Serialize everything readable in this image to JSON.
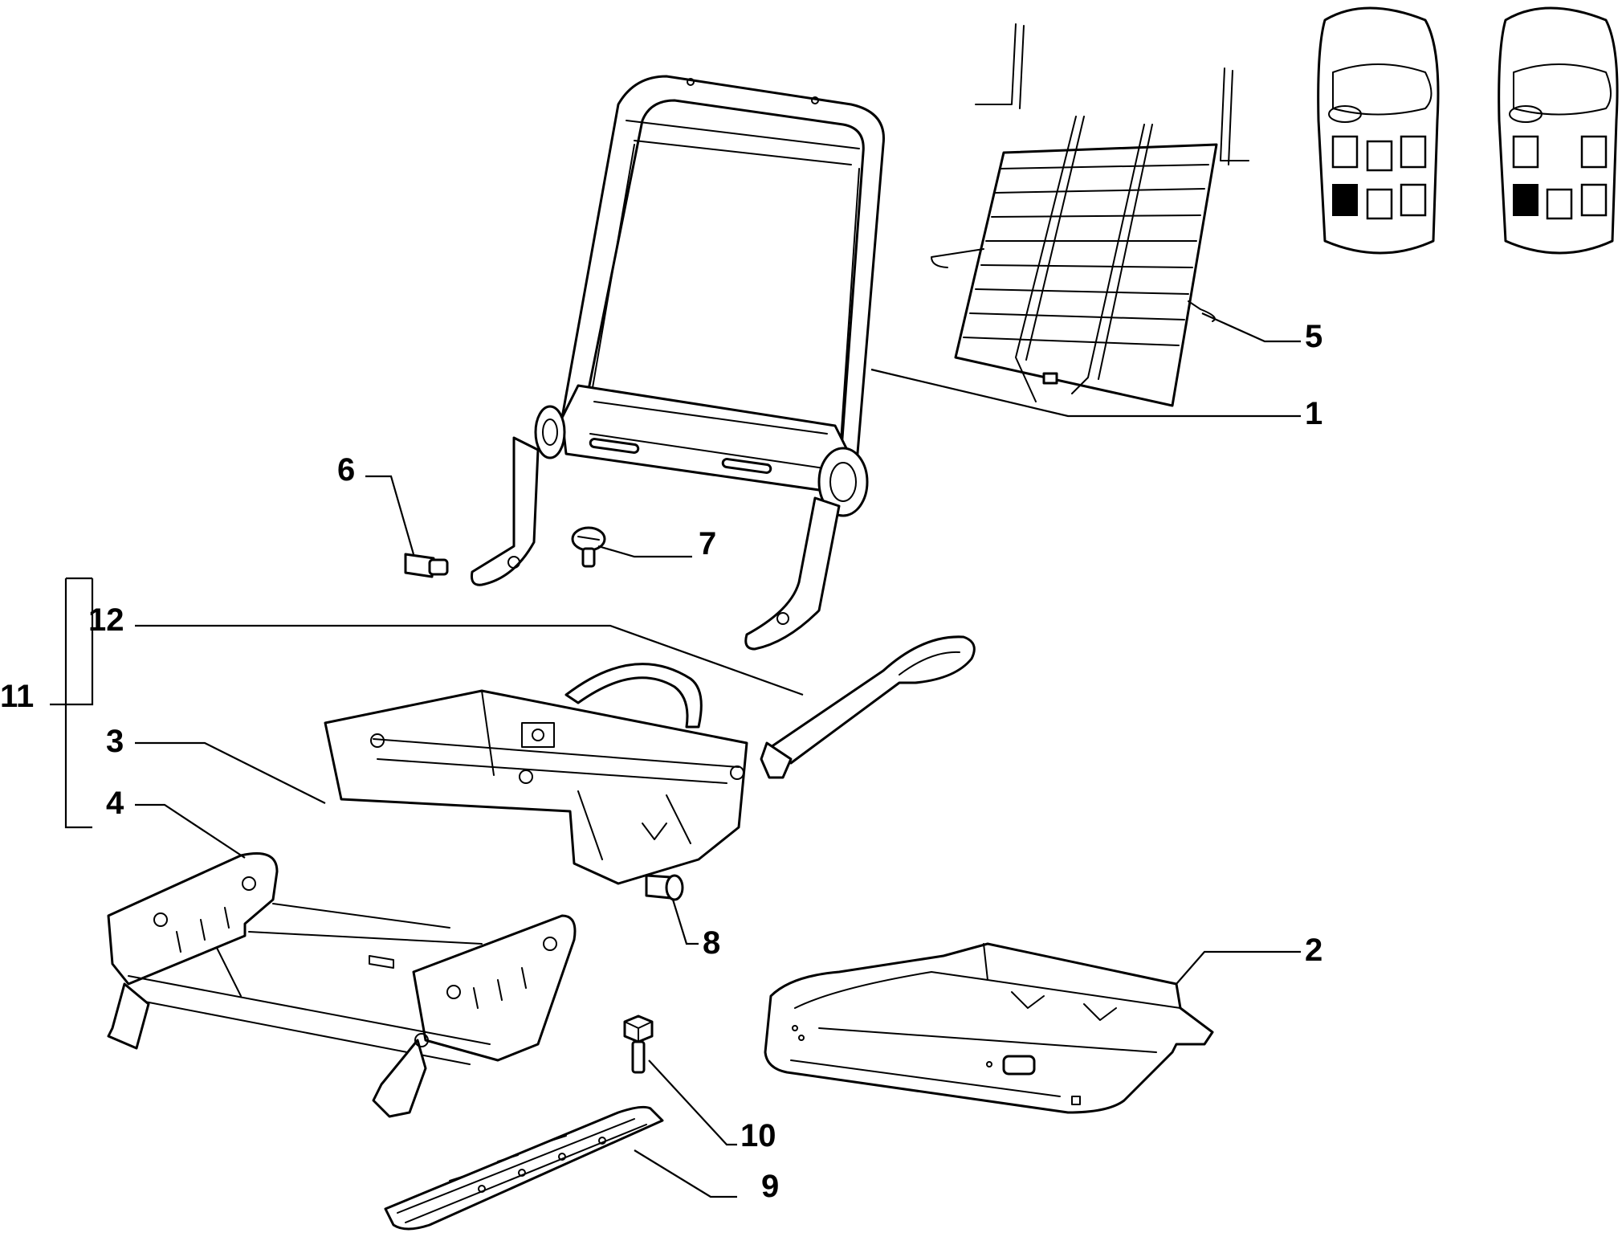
{
  "callouts": {
    "c1": "1",
    "c2": "2",
    "c3": "3",
    "c4": "4",
    "c5": "5",
    "c6": "6",
    "c7": "7",
    "c8": "8",
    "c9": "9",
    "c10": "10",
    "c11": "11",
    "c12": "12"
  },
  "locator": {
    "views": 2,
    "highlighted_position": "rear-left"
  },
  "colors": {
    "line": "#000000",
    "background": "#ffffff"
  }
}
